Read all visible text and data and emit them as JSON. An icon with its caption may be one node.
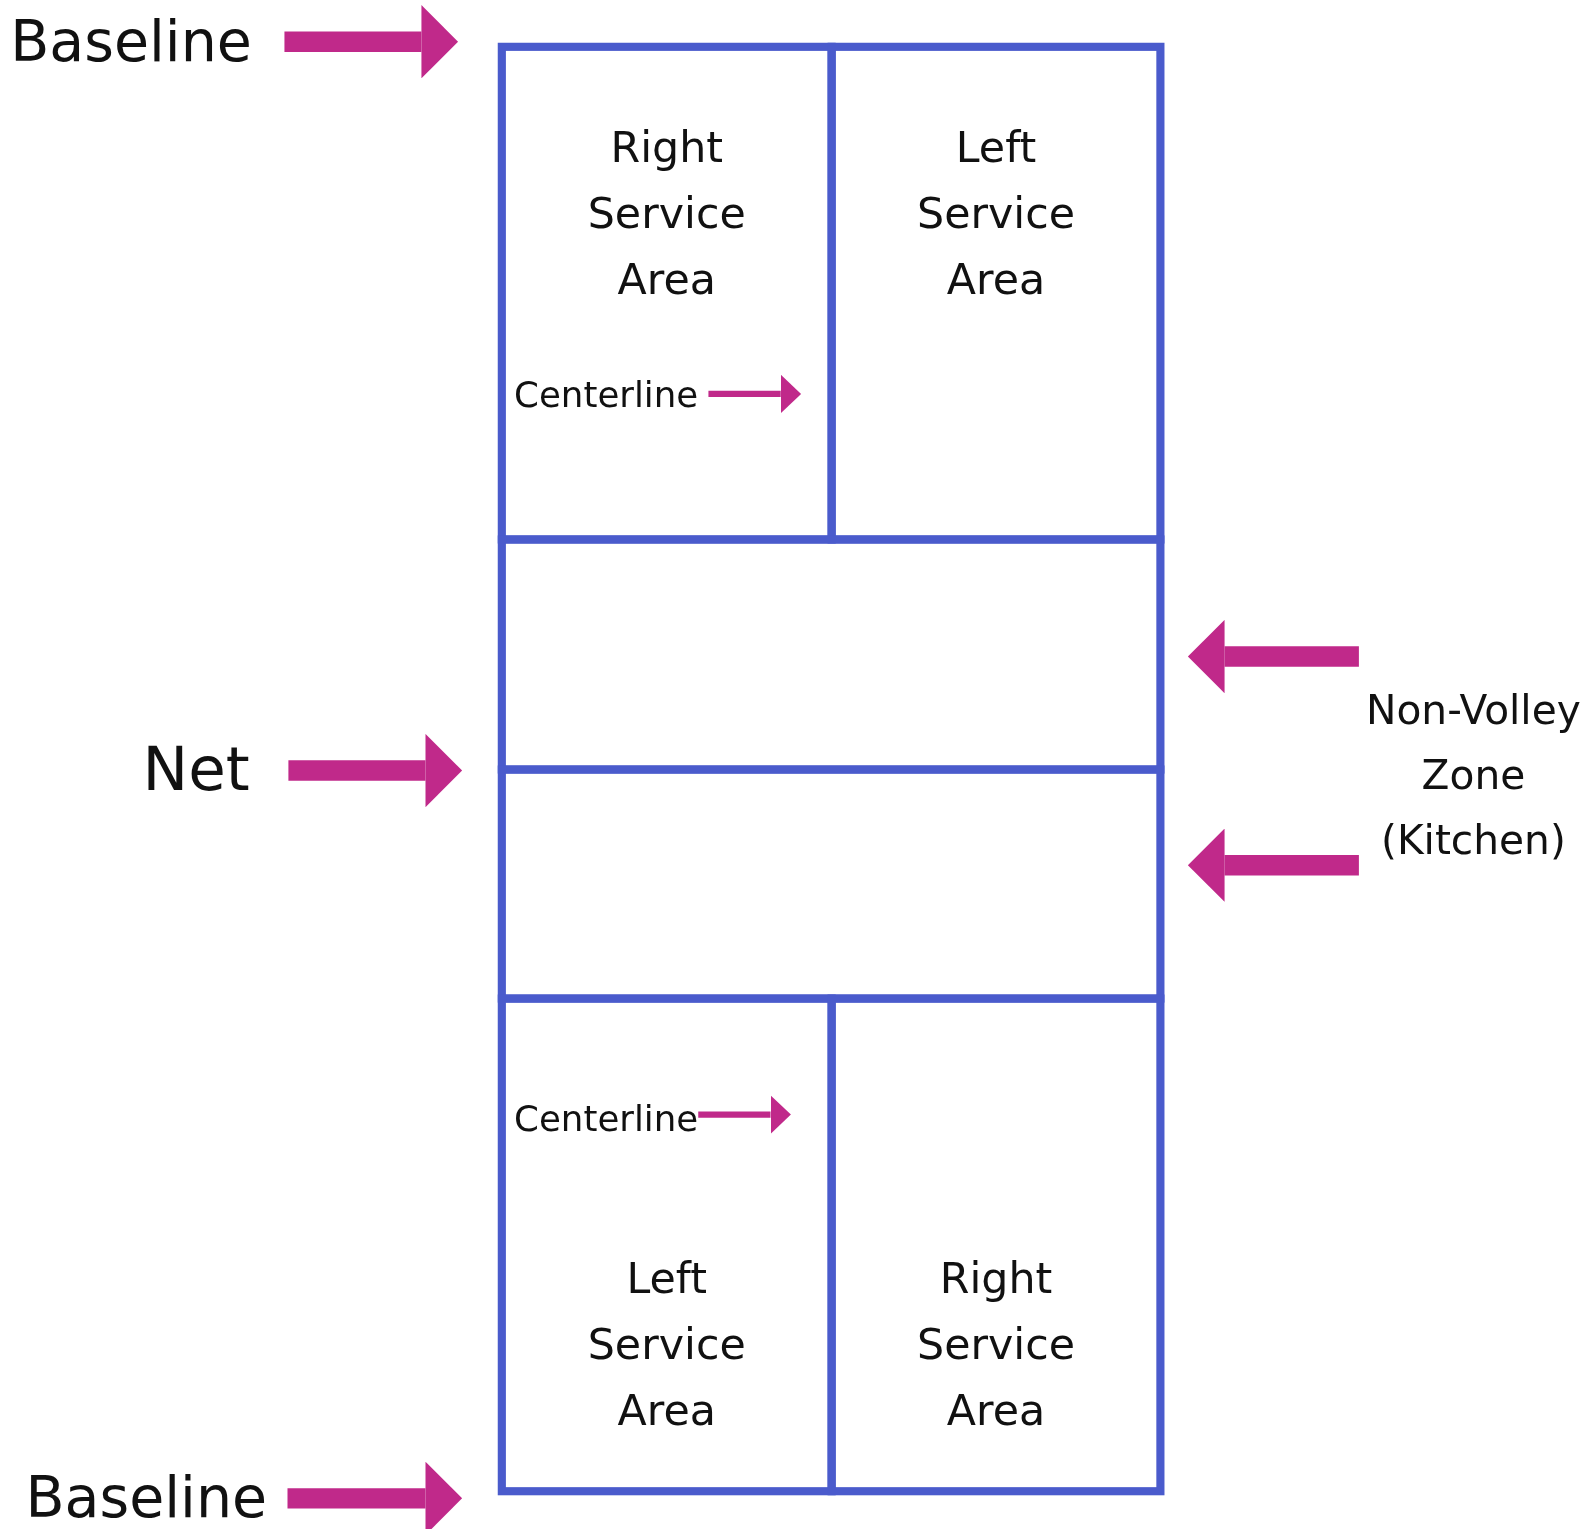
{
  "diagram": {
    "nodes": [
      {
        "text": [
          "Baseline"
        ]
      },
      {
        "text": [
          "Right Service Area"
        ]
      },
      {
        "text": [
          "Centerline"
        ],
        "in": 1
      },
      {
        "text": [
          "Left Service Area"
        ]
      },
      {
        "text": [],
        "shape": "box"
      },
      {
        "text": [
          "Net"
        ]
      },
      {
        "text": [
          "Non-Volley Zone (Kitchen)"
        ]
      },
      {
        "text": [],
        "shape": "box"
      },
      {
        "text": [
          "Left Service Area"
        ]
      },
      {
        "text": [
          "Centerline"
        ],
        "in": 8
      },
      {
        "text": [
          "Right Service Area"
        ]
      },
      {
        "text": [
          "Baseline"
        ]
      }
    ],
    "edges": [
      {
        "from": 0,
        "to": 1,
        "arrow": "to"
      },
      {
        "from": 2,
        "to": 3,
        "arrow": "to"
      },
      {
        "from": 5,
        "to": 7,
        "arrow": "to"
      },
      {
        "from": 6,
        "to": 4,
        "arrow": "to"
      },
      {
        "from": 6,
        "to": 7,
        "arrow": "to"
      },
      {
        "from": 9,
        "to": 10,
        "arrow": "to"
      },
      {
        "from": 11,
        "to": 8,
        "arrow": "to"
      }
    ]
  }
}
